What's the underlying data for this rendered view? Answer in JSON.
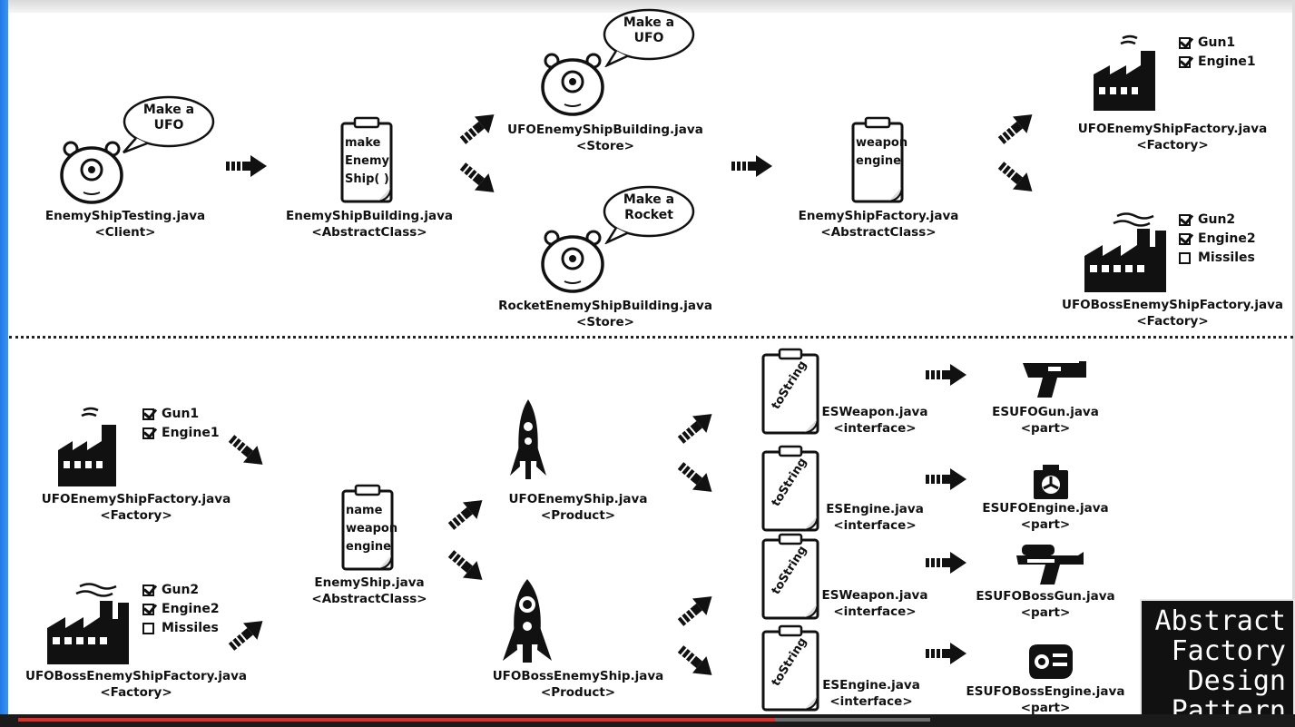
{
  "title_lines": [
    "Abstract",
    "Factory",
    "Design",
    "Pattern"
  ],
  "bubbles": {
    "client": [
      "Make a",
      "UFO"
    ],
    "ufo_building": [
      "Make a",
      "UFO"
    ],
    "rocket_building": [
      "Make a",
      "Rocket"
    ]
  },
  "clipboards": {
    "enemy_ship_building": [
      "make",
      "Enemy",
      "Ship( )"
    ],
    "enemy_ship_factory": [
      "weapon",
      "engine"
    ],
    "enemy_ship": [
      "name",
      "weapon",
      "engine"
    ],
    "tostring": "toString"
  },
  "top_labels": {
    "client": {
      "name": "EnemyShipTesting.java",
      "type": "<Client>"
    },
    "building": {
      "name": "EnemyShipBuilding.java",
      "type": "<AbstractClass>"
    },
    "ufo_building": {
      "name": "UFOEnemyShipBuilding.java",
      "type": "<Store>"
    },
    "rocket_building": {
      "name": "RocketEnemyShipBuilding.java",
      "type": "<Store>"
    },
    "factory": {
      "name": "EnemyShipFactory.java",
      "type": "<AbstractClass>"
    },
    "ufo_factory": {
      "name": "UFOEnemyShipFactory.java",
      "type": "<Factory>"
    },
    "boss_factory": {
      "name": "UFOBossEnemyShipFactory.java",
      "type": "<Factory>"
    }
  },
  "bottom_labels": {
    "ufo_factory": {
      "name": "UFOEnemyShipFactory.java",
      "type": "<Factory>"
    },
    "boss_factory": {
      "name": "UFOBossEnemyShipFactory.java",
      "type": "<Factory>"
    },
    "enemy_ship": {
      "name": "EnemyShip.java",
      "type": "<AbstractClass>"
    },
    "ufo_ship": {
      "name": "UFOEnemyShip.java",
      "type": "<Product>"
    },
    "boss_ship": {
      "name": "UFOBossEnemyShip.java",
      "type": "<Product>"
    },
    "weapon1": {
      "name": "ESWeapon.java",
      "type": "<interface>"
    },
    "engine1": {
      "name": "ESEngine.java",
      "type": "<interface>"
    },
    "weapon2": {
      "name": "ESWeapon.java",
      "type": "<interface>"
    },
    "engine2": {
      "name": "ESEngine.java",
      "type": "<interface>"
    },
    "gun": {
      "name": "ESUFOGun.java",
      "type": "<part>"
    },
    "engine": {
      "name": "ESUFOEngine.java",
      "type": "<part>"
    },
    "boss_gun": {
      "name": "ESUFOBossGun.java",
      "type": "<part>"
    },
    "boss_engine": {
      "name": "ESUFOBossEngine.java",
      "type": "<part>"
    }
  },
  "checklists": {
    "ufo": [
      {
        "label": "Gun1",
        "checked": true
      },
      {
        "label": "Engine1",
        "checked": true
      }
    ],
    "boss": [
      {
        "label": "Gun2",
        "checked": true
      },
      {
        "label": "Engine2",
        "checked": true
      },
      {
        "label": "Missiles",
        "checked": false
      }
    ]
  },
  "video_progress": 0.83,
  "colors": {
    "progress_fill": "#e52d27",
    "ink": "#111111",
    "left_bar": "#1f7ae6"
  }
}
